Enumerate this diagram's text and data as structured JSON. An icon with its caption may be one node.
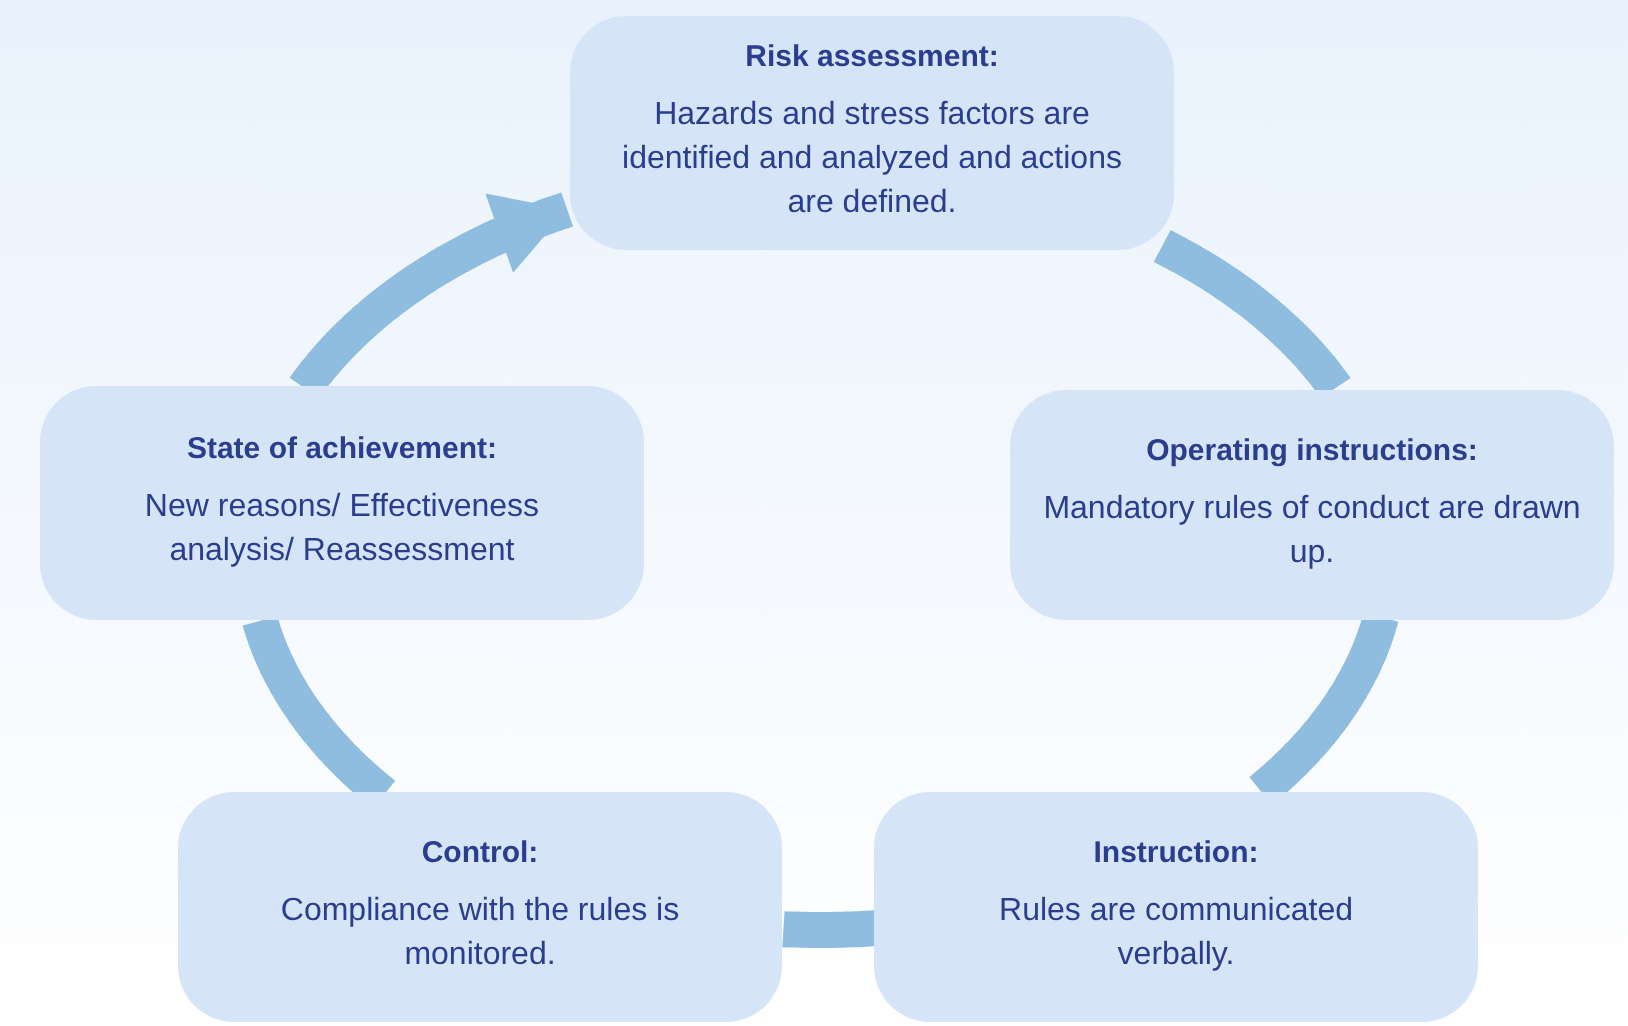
{
  "diagram": {
    "nodes": [
      {
        "text": [
          "Risk assessment:",
          "Hazards and stress factors are identified and analyzed and actions are defined."
        ]
      },
      {
        "text": [
          "Operating instructions:",
          "Mandatory rules of conduct are drawn up."
        ]
      },
      {
        "text": [
          "Instruction:",
          "Rules are communicated verbally."
        ]
      },
      {
        "text": [
          "Control:",
          "Compliance with the rules is monitored."
        ]
      },
      {
        "text": [
          "State of achievement:",
          "New reasons/ Effectiveness analysis/ Reassessment"
        ]
      }
    ],
    "edges": [
      {
        "from": 0,
        "to": 1,
        "arrow": "none"
      },
      {
        "from": 1,
        "to": 2,
        "arrow": "none"
      },
      {
        "from": 2,
        "to": 3,
        "arrow": "none"
      },
      {
        "from": 3,
        "to": 4,
        "arrow": "none"
      },
      {
        "from": 4,
        "to": 0,
        "arrow": "to"
      }
    ]
  }
}
